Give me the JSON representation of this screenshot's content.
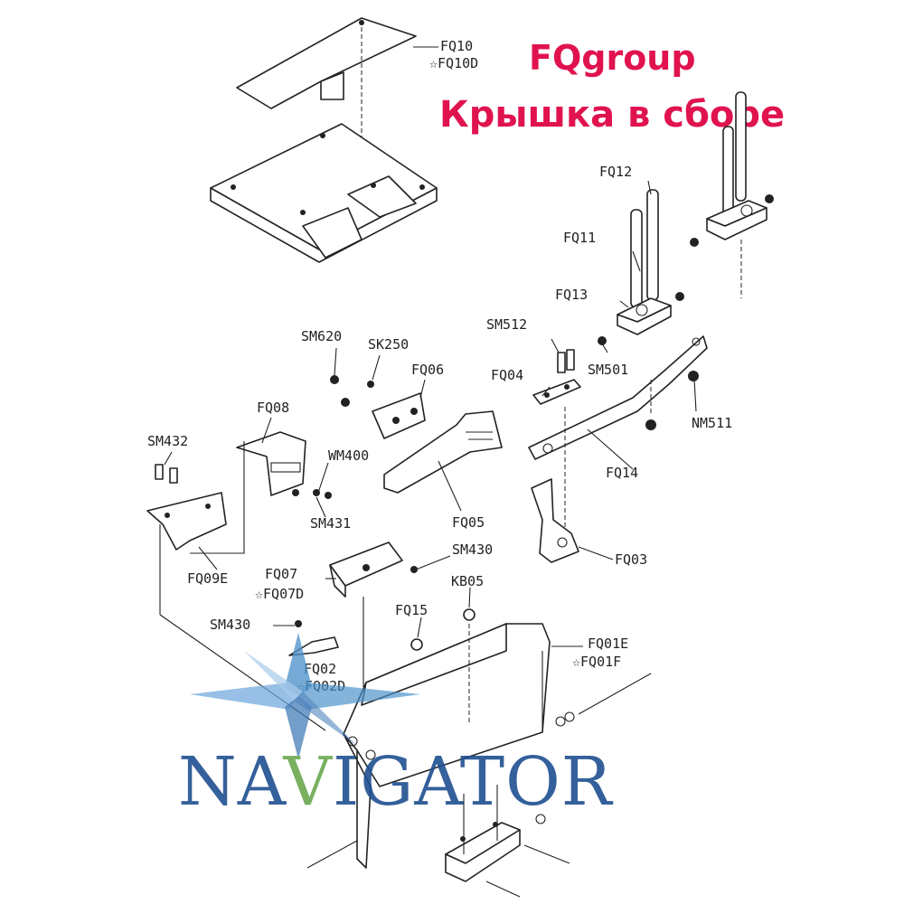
{
  "title": {
    "line1": "FQgroup",
    "line2": "Крышка в сборе",
    "color": "#e0134f"
  },
  "labels": {
    "fq10": "FQ10",
    "fq10d": "☆FQ10D",
    "fq12": "FQ12",
    "fq11": "FQ11",
    "fq13": "FQ13",
    "sm512": "SM512",
    "sm501": "SM501",
    "sm620": "SM620",
    "sk250": "SK250",
    "fq06": "FQ06",
    "fq04": "FQ04",
    "nm511": "NM511",
    "fq08": "FQ08",
    "sm432": "SM432",
    "wm400": "WM400",
    "fq14": "FQ14",
    "sm431": "SM431",
    "fq05": "FQ05",
    "sm430a": "SM430",
    "fq03": "FQ03",
    "fq09e": "FQ09E",
    "fq07": "FQ07",
    "fq07d": "☆FQ07D",
    "kb05": "KB05",
    "sm430b": "SM430",
    "fq15": "FQ15",
    "fq01e": "FQ01E",
    "fq01f": "☆FQ01F",
    "fq02": "FQ02",
    "fq02d": "☆FQ02D"
  },
  "watermark": {
    "text_before": "NA",
    "text_v": "V",
    "text_after": "IGATOR",
    "color": "#1f4f91",
    "v_color": "#6aa84f",
    "star_color": "#4a90c8"
  }
}
